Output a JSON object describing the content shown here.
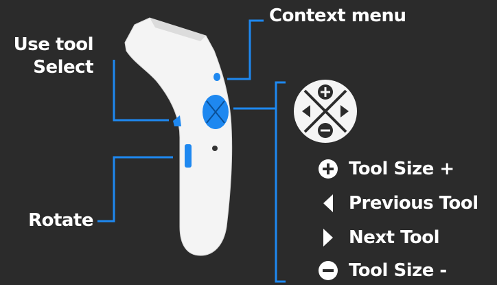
{
  "colors": {
    "background": "#2b2b2b",
    "accent": "#1e88f0",
    "controller": "#f5f5f5",
    "text": "#ffffff"
  },
  "labels": {
    "context_menu": "Context menu",
    "use_tool": "Use tool",
    "select": "Select",
    "rotate": "Rotate"
  },
  "thumbstick_actions": [
    {
      "icon": "plus-circle-icon",
      "label": "Tool Size +"
    },
    {
      "icon": "triangle-left-icon",
      "label": "Previous Tool"
    },
    {
      "icon": "triangle-right-icon",
      "label": "Next Tool"
    },
    {
      "icon": "minus-circle-icon",
      "label": "Tool Size -"
    }
  ]
}
